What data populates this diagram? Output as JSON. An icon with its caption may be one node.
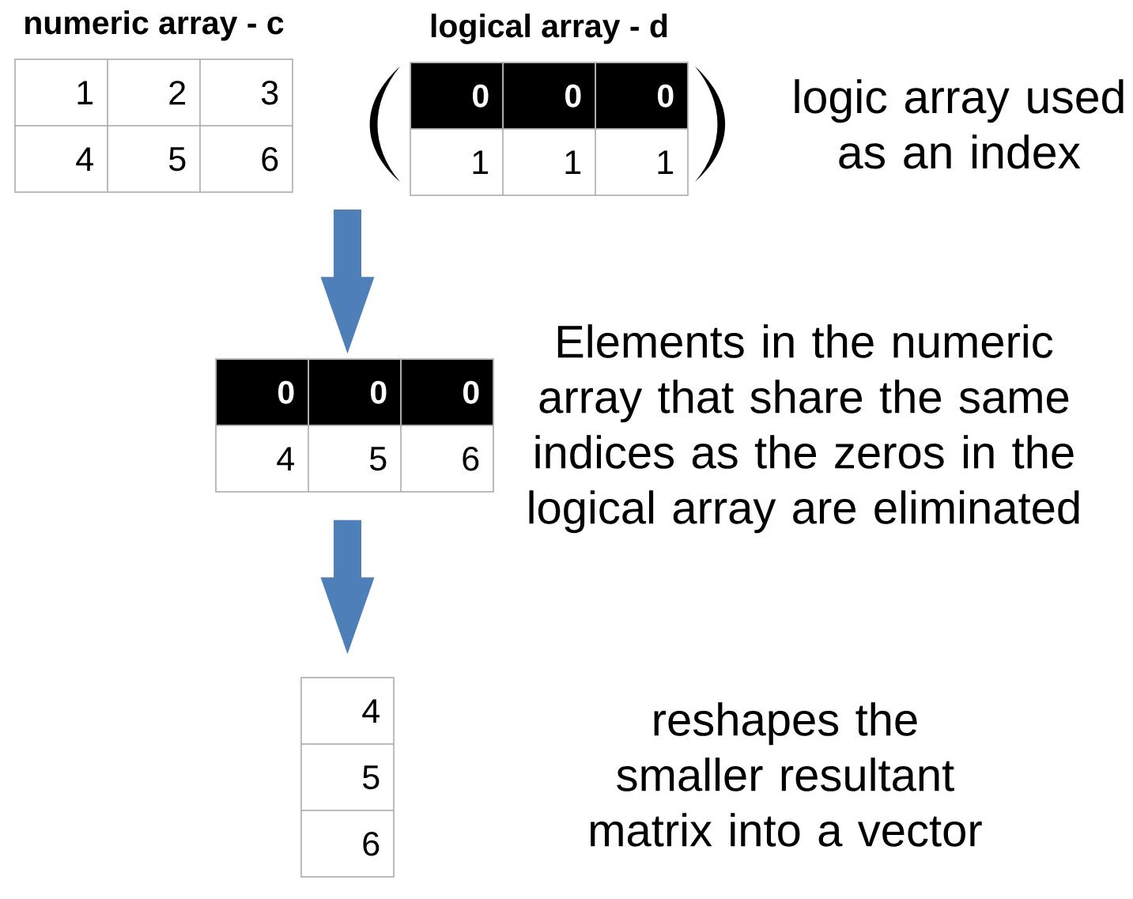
{
  "diagram": {
    "nodes": [
      {
        "text": [
          "numeric array - c"
        ]
      },
      {
        "text": [
          "1"
        ],
        "in": 0
      },
      {
        "text": [
          "2"
        ],
        "in": 0
      },
      {
        "text": [
          "3"
        ],
        "in": 0
      },
      {
        "text": [
          "4"
        ],
        "in": 0
      },
      {
        "text": [
          "5"
        ],
        "in": 0
      },
      {
        "text": [
          "6"
        ],
        "in": 0
      },
      {
        "text": [
          "logical array - d"
        ],
        "beside": [
          "logic array used as an index"
        ]
      },
      {
        "text": [
          "0"
        ],
        "in": 7
      },
      {
        "text": [
          "0"
        ],
        "in": 7
      },
      {
        "text": [
          "0"
        ],
        "in": 7
      },
      {
        "text": [
          "1"
        ],
        "in": 7
      },
      {
        "text": [
          "1"
        ],
        "in": 7
      },
      {
        "text": [
          "1"
        ],
        "in": 7
      },
      {
        "text": [],
        "shape": "box",
        "beside": [
          "Elements in the numeric array that share the same indices as the zeros in the logical array are eliminated"
        ]
      },
      {
        "text": [
          "0"
        ],
        "in": 14
      },
      {
        "text": [
          "0"
        ],
        "in": 14
      },
      {
        "text": [
          "0"
        ],
        "in": 14
      },
      {
        "text": [
          "4"
        ],
        "in": 14
      },
      {
        "text": [
          "5"
        ],
        "in": 14
      },
      {
        "text": [
          "6"
        ],
        "in": 14
      },
      {
        "text": [],
        "shape": "box"
      },
      {
        "text": [
          "4"
        ],
        "in": 21
      },
      {
        "text": [
          "5"
        ],
        "in": 21
      },
      {
        "text": [
          "6"
        ],
        "in": 21
      }
    ],
    "edges": [
      {
        "from": null,
        "to": 14,
        "arrow": "to"
      },
      {
        "from": 14,
        "to": 21,
        "arrow": "to"
      }
    ],
    "labels": [
      "reshapes the smaller resultant matrix into a vector"
    ]
  }
}
